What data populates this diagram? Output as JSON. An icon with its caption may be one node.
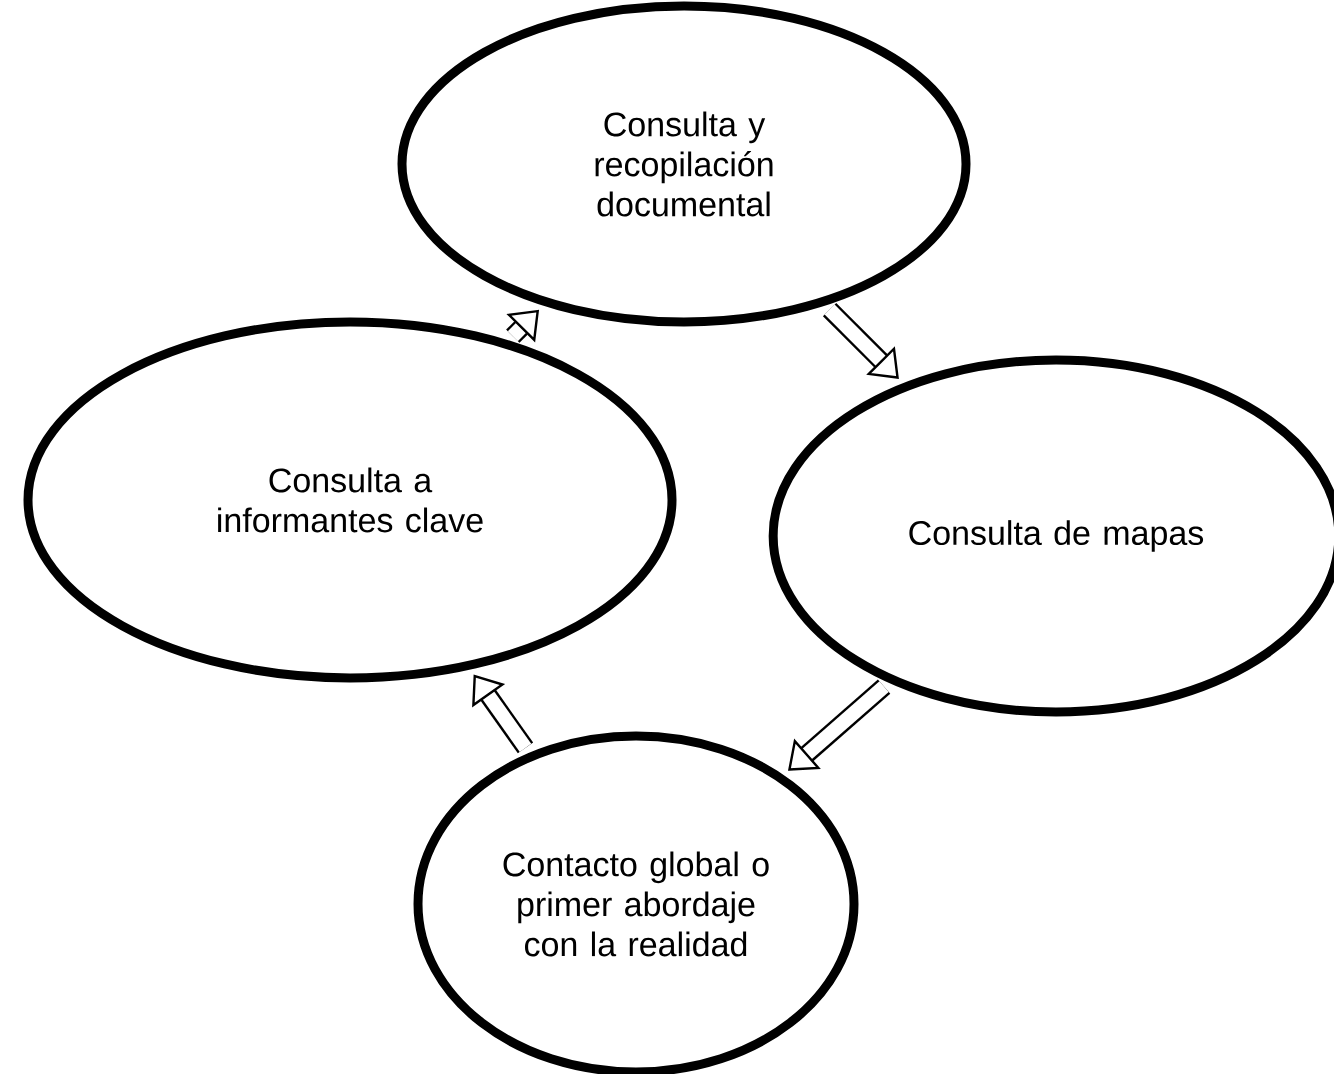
{
  "diagram": {
    "nodes": [
      {
        "text": [
          "Consulta y recopilación documental"
        ]
      },
      {
        "text": [
          "Consulta de mapas"
        ]
      },
      {
        "text": [
          "Contacto global o primer abordaje con la realidad"
        ]
      },
      {
        "text": [
          "Consulta a informantes clave"
        ]
      }
    ],
    "edges": [
      {
        "from": 0,
        "to": 1,
        "arrow": "to"
      },
      {
        "from": 1,
        "to": 2,
        "arrow": "to"
      },
      {
        "from": 2,
        "to": 3,
        "arrow": "to"
      },
      {
        "from": 3,
        "to": 0,
        "arrow": "to"
      }
    ]
  }
}
